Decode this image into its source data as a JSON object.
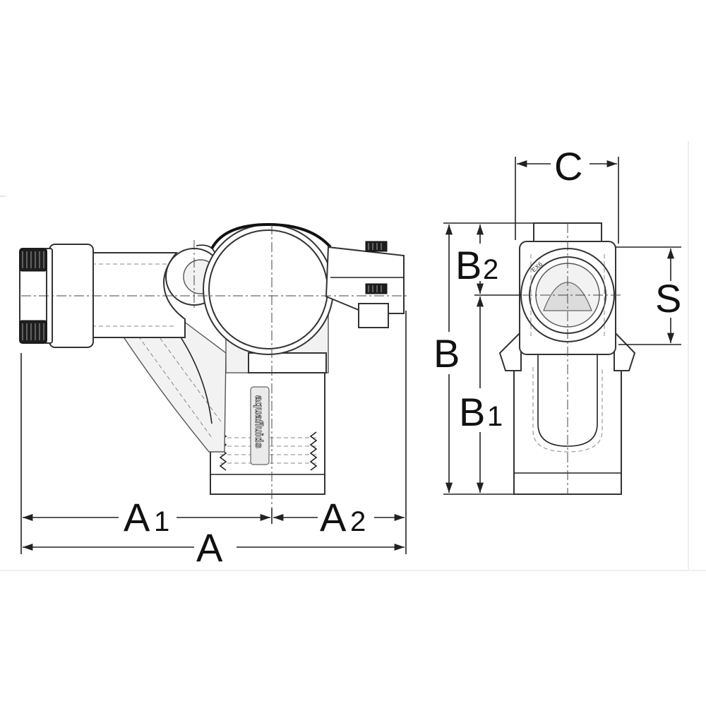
{
  "labels": {
    "A": "A",
    "A1": "A",
    "A1_sub": "1",
    "A2": "A",
    "A2_sub": "2",
    "B": "B",
    "B1": "B",
    "B1_sub": "1",
    "B2": "B",
    "B2_sub": "2",
    "C": "C",
    "S": "S"
  },
  "brand_text": "aquafluids",
  "colors": {
    "line": "#222222",
    "background": "#ffffff",
    "frame": "#eeeeee"
  }
}
